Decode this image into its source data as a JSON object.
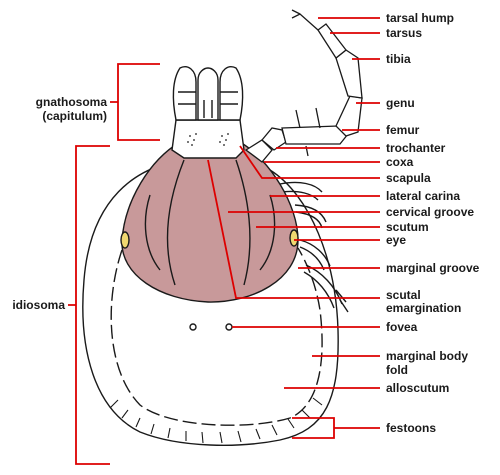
{
  "labels": {
    "tarsal_hump": "tarsal hump",
    "tarsus": "tarsus",
    "tibia": "tibia",
    "gnathosoma_1": "gnathosoma",
    "gnathosoma_2": "(capitulum)",
    "genu": "genu",
    "femur": "femur",
    "trochanter": "trochanter",
    "coxa": "coxa",
    "scapula": "scapula",
    "lateral_carina": "lateral carina",
    "cervical_groove": "cervical groove",
    "scutum": "scutum",
    "eye": "eye",
    "marginal_groove": "marginal groove",
    "idiosoma": "idiosoma",
    "scutal_emargination_1": "scutal",
    "scutal_emargination_2": "emargination",
    "fovea": "fovea",
    "marginal_body_fold_1": "marginal body",
    "marginal_body_fold_2": "fold",
    "alloscutum": "alloscutum",
    "festoons": "festoons"
  },
  "colors": {
    "leader": "#dd0000",
    "scutum_fill": "#c8999a",
    "outline": "#1a1a1a",
    "eye": "#f0d870"
  }
}
